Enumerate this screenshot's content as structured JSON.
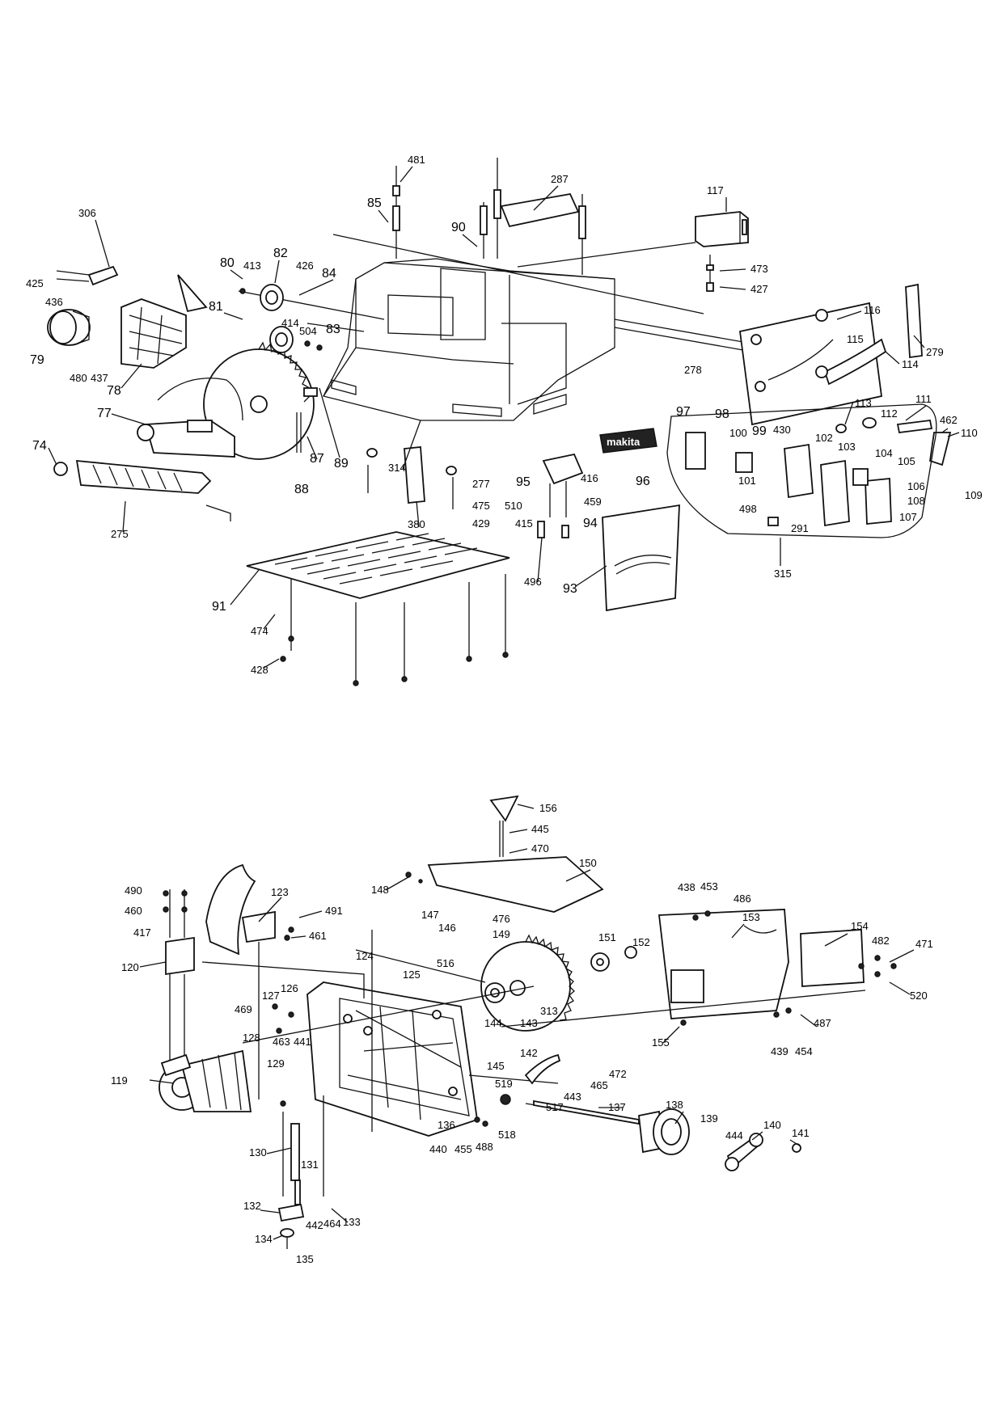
{
  "diagram": {
    "brand_plate": "makita",
    "top_labels": [
      "481",
      "287",
      "117",
      "85",
      "90",
      "306",
      "80",
      "413",
      "82",
      "426",
      "84",
      "473",
      "427",
      "116",
      "279",
      "425",
      "436",
      "81",
      "414",
      "504",
      "83",
      "115",
      "79",
      "480",
      "437",
      "78",
      "278",
      "114",
      "113",
      "111",
      "112",
      "462",
      "110",
      "77",
      "74",
      "87",
      "89",
      "88",
      "314",
      "97",
      "98",
      "100",
      "99",
      "430",
      "102",
      "103",
      "104",
      "105",
      "106",
      "108",
      "107",
      "109",
      "101",
      "498",
      "291",
      "277",
      "475",
      "429",
      "95",
      "416",
      "510",
      "96",
      "459",
      "415",
      "94",
      "380",
      "275",
      "315",
      "91",
      "496",
      "93",
      "474",
      "428"
    ],
    "bottom_labels": [
      "156",
      "445",
      "470",
      "150",
      "148",
      "147",
      "146",
      "476",
      "149",
      "490",
      "123",
      "460",
      "491",
      "417",
      "461",
      "124",
      "120",
      "438",
      "453",
      "486",
      "153",
      "154",
      "482",
      "471",
      "520",
      "151",
      "152",
      "516",
      "125",
      "127",
      "126",
      "469",
      "128",
      "463",
      "441",
      "144",
      "143",
      "313",
      "129",
      "155",
      "439",
      "454",
      "487",
      "145",
      "142",
      "472",
      "443",
      "465",
      "119",
      "519",
      "517",
      "137",
      "136",
      "440",
      "455",
      "488",
      "518",
      "138",
      "139",
      "444",
      "140",
      "141",
      "130",
      "131",
      "132",
      "442",
      "464",
      "133",
      "134",
      "135"
    ]
  }
}
